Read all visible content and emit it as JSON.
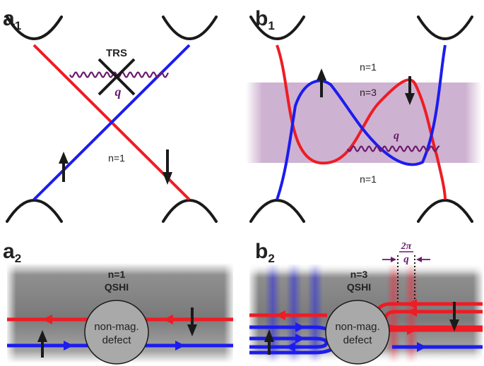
{
  "panels": {
    "a1": {
      "letter": "a",
      "sub": "1",
      "trs": "TRS",
      "q": "q",
      "n": "n=1"
    },
    "b1": {
      "letter": "b",
      "sub": "1",
      "n_top": "n=1",
      "n_mid": "n=3",
      "n_bot": "n=1",
      "q": "q"
    },
    "a2": {
      "letter": "a",
      "sub": "2",
      "n": "n=1",
      "phase": "QSHI",
      "defect_line1": "non-mag.",
      "defect_line2": "defect"
    },
    "b2": {
      "letter": "b",
      "sub": "2",
      "n": "n=3",
      "phase": "QSHI",
      "defect_line1": "non-mag.",
      "defect_line2": "defect",
      "period_num": "2π",
      "period_den": "q"
    }
  },
  "colors": {
    "spin_up_edge": "#ee1c24",
    "spin_down_edge": "#1c1cee",
    "band": "#1a1a1a",
    "scatter_wave": "#6a1b6e",
    "highlight_band": "#c9a9cc",
    "qshi_background": "#8a8a8a",
    "defect_fill": "#a9a9a9"
  }
}
